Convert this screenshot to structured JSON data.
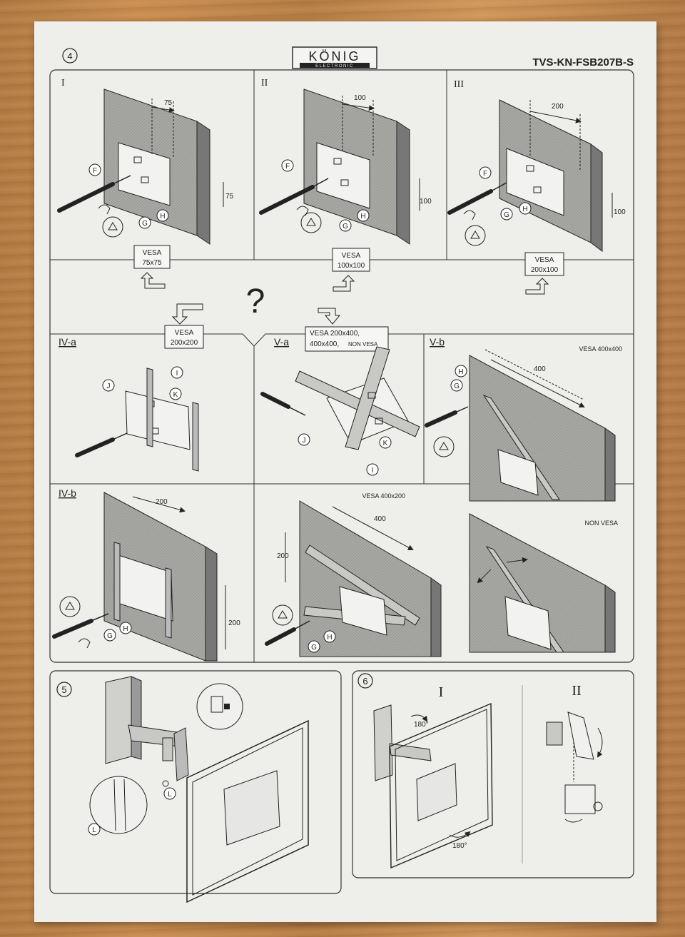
{
  "header": {
    "step_number": "4",
    "brand_name": "KÖNIG",
    "brand_sub": "ELECTRONIC",
    "model": "TVS-KN-FSB207B-S"
  },
  "panels": {
    "p1": {
      "label": "I",
      "dim_h": "75",
      "dim_v": "75",
      "vesa": [
        "VESA",
        "75x75"
      ],
      "parts": [
        "F",
        "G",
        "H"
      ]
    },
    "p2": {
      "label": "II",
      "dim_h": "100",
      "dim_v": "100",
      "vesa": [
        "VESA",
        "100x100"
      ],
      "parts": [
        "F",
        "G",
        "H"
      ]
    },
    "p3": {
      "label": "III",
      "dim_h": "200",
      "dim_v": "100",
      "vesa": [
        "VESA",
        "200x100"
      ],
      "parts": [
        "F",
        "G",
        "H"
      ]
    },
    "question": "?",
    "iva": {
      "label": "IV-a",
      "vesa": [
        "VESA",
        "200x200"
      ],
      "parts": [
        "I",
        "J",
        "K"
      ]
    },
    "va": {
      "label": "V-a",
      "vesa": [
        "VESA 200x400,",
        "400x400,",
        "NON VESA"
      ],
      "parts": [
        "I",
        "J",
        "K"
      ]
    },
    "vb": {
      "label": "V-b",
      "vesa": "VESA 400x400",
      "dim_h": "400",
      "parts": [
        "G",
        "H"
      ]
    },
    "ivb": {
      "label": "IV-b",
      "dim_h": "200",
      "dim_v": "200",
      "parts": [
        "G",
        "H"
      ]
    },
    "v400x200": {
      "vesa": "VESA 400x200",
      "dim_h": "400",
      "dim_v": "200",
      "parts": [
        "G",
        "H"
      ]
    },
    "nonvesa": {
      "label": "NON VESA"
    }
  },
  "step5": {
    "number": "5",
    "part": "L"
  },
  "step6": {
    "number": "6",
    "label_i": "I",
    "label_ii": "II",
    "angle_top": "180°",
    "angle_bottom": "180°"
  }
}
